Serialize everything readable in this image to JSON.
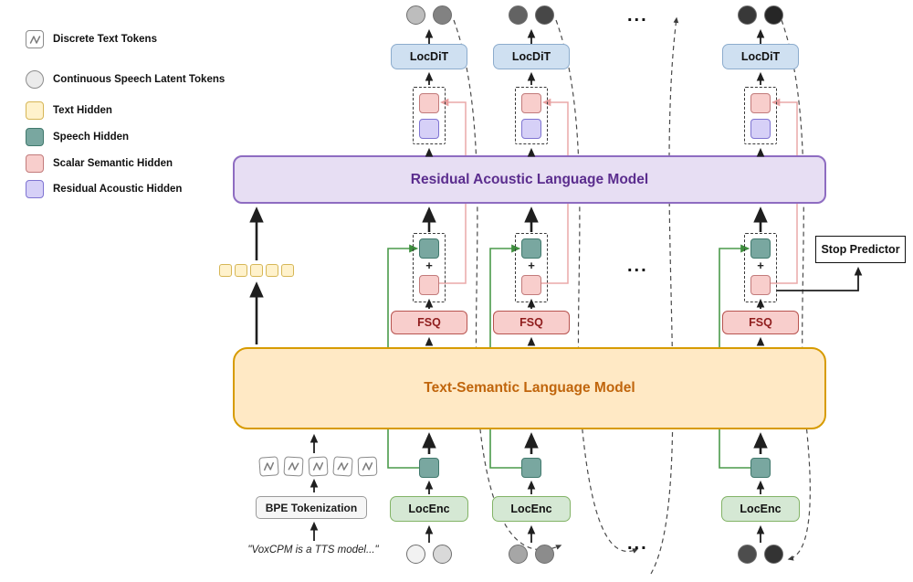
{
  "legend": {
    "items": [
      {
        "label": "Discrete Text Tokens",
        "icon": "zigzag-square",
        "fill": "#ffffff",
        "border": "#8a8a8a"
      },
      {
        "label": "Continuous Speech Latent Tokens",
        "icon": "circle",
        "fill": "#ebebeb",
        "border": "#8c8c8c"
      },
      {
        "label": "Text Hidden",
        "icon": "square",
        "fill": "#fff2cc",
        "border": "#d6b656"
      },
      {
        "label": "Speech Hidden",
        "icon": "square",
        "fill": "#79a7a0",
        "border": "#41796d"
      },
      {
        "label": "Scalar Semantic Hidden",
        "icon": "square",
        "fill": "#f8cecc",
        "border": "#c27b7b"
      },
      {
        "label": "Residual Acoustic Hidden",
        "icon": "square",
        "fill": "#d6d0f7",
        "border": "#7f74d2"
      }
    ]
  },
  "models": {
    "ralm": {
      "label": "Residual Acoustic Language Model"
    },
    "tslm": {
      "label": "Text-Semantic Language Model"
    },
    "locdit": {
      "label": "LocDiT"
    },
    "locenc": {
      "label": "LocEnc"
    },
    "fsq": {
      "label": "FSQ"
    },
    "stop_predictor": {
      "label": "Stop Predictor"
    },
    "bpe": {
      "label": "BPE Tokenization"
    }
  },
  "input": {
    "quote": "\"VoxCPM is a TTS model...\""
  },
  "misc": {
    "ellipsis": "...",
    "plus": "+"
  },
  "tokens": {
    "text_hidden_count": 5,
    "discrete_text_count": 5
  },
  "columns": [
    {
      "top_circles": [
        "#bdbdbd",
        "#828282"
      ],
      "bottom_circles": [
        "#f2f2f2",
        "#d9d9d9"
      ]
    },
    {
      "top_circles": [
        "#636363",
        "#474747"
      ],
      "bottom_circles": [
        "#a6a6a6",
        "#8c8c8c"
      ]
    },
    {
      "top_circles": [
        "#383838",
        "#262626"
      ],
      "bottom_circles": [
        "#4d4d4d",
        "#333333"
      ]
    }
  ],
  "colors": {
    "locdit-fill": "#cfe0f1",
    "locdit-border": "#8caccd",
    "ralm-fill": "#e7def3",
    "ralm-border": "#8e6cc1",
    "ralm-text": "#5b2d8e",
    "tslm-fill": "#ffe9c5",
    "tslm-border": "#d79b00",
    "tslm-text": "#c0650c",
    "fsq-fill": "#f8cecc",
    "fsq-border": "#b85450",
    "fsq-text": "#8f1d1d",
    "locenc-fill": "#d5e8d4",
    "locenc-border": "#82b366",
    "teal-fill": "#79a7a0",
    "teal-border": "#41796d",
    "pink-fill": "#f8cecc",
    "pink-border": "#c27b7b",
    "lavender-fill": "#d6d0f7",
    "lavender-border": "#7f74d2",
    "yellow-fill": "#fff2cc",
    "yellow-border": "#d6b656",
    "green-line": "#4a9a4a",
    "pink-line": "#eaa9a9",
    "arrow": "#1f1f1f",
    "dashed": "#4a4a4a"
  }
}
